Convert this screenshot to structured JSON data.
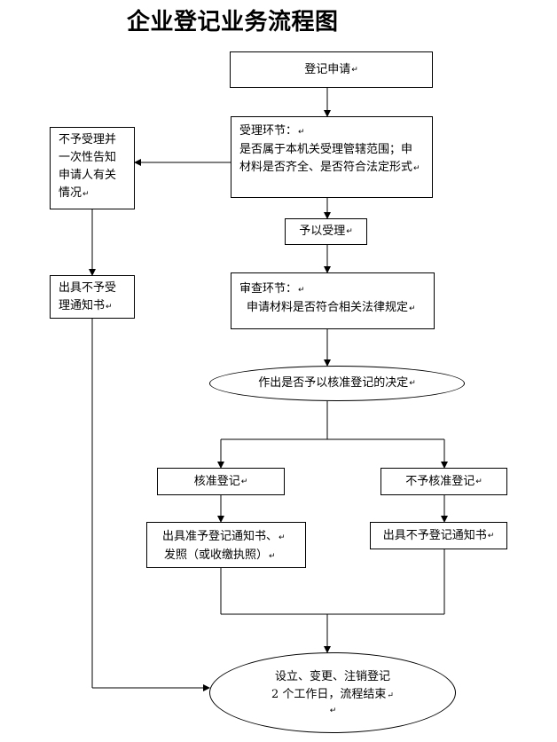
{
  "title": "企业登记业务流程图",
  "return_mark": "↵",
  "nodes": {
    "application": "登记申请",
    "acceptance": {
      "heading": "受理环节：",
      "line1": "是否属于本机关受理管辖范围；申",
      "line2": "材料是否齐全、是否符合法定形式"
    },
    "reject_notify": {
      "line1": "不予受理并",
      "line2": "一次性告知",
      "line3": "申请人有关",
      "line4": "情况"
    },
    "accept": "予以受理",
    "reject_notice": {
      "line1": "出具不予受",
      "line2": "理通知书"
    },
    "review": {
      "heading": "审查环节：",
      "line1": "申请材料是否符合相关法律规定"
    },
    "decision": "作出是否予以核准登记的决定",
    "approve": "核准登记",
    "not_approve": "不予核准登记",
    "approve_notice": {
      "line1": "出具准予登记通知书、",
      "line2": "发照（或收缴执照）"
    },
    "not_approve_notice": "出具不予登记通知书",
    "end": {
      "line1": "设立、变更、注销登记",
      "line2": "2 个工作日，流程结束"
    }
  }
}
